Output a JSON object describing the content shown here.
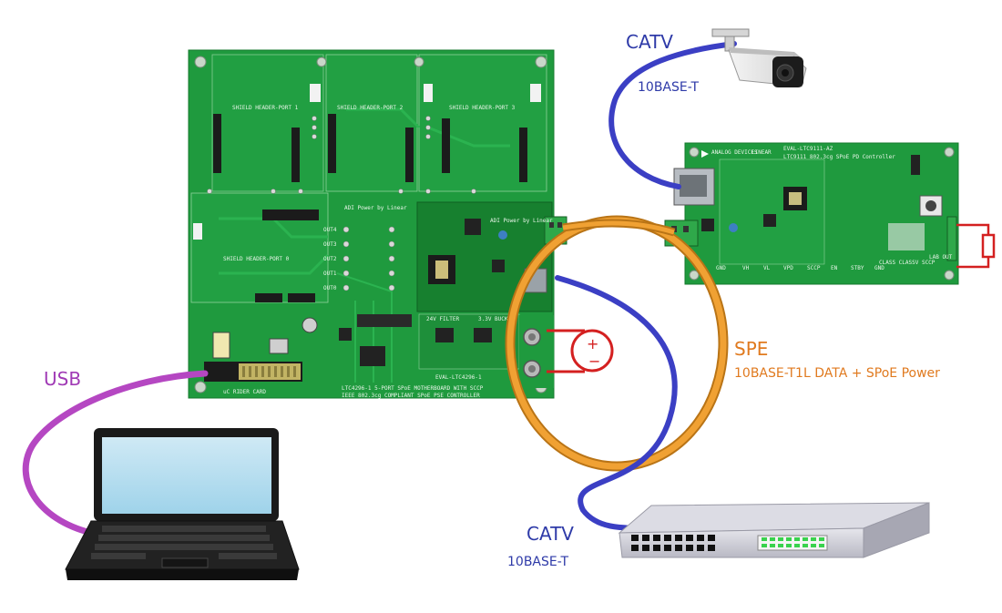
{
  "colors": {
    "catv": "#3b3fc4",
    "usb": "#b547c2",
    "spe": "#e8962a",
    "power": "#d42020",
    "pcb": "#1f9a3e",
    "pcb_dark": "#17802f",
    "text_blue": "#2e3aa8",
    "text_orange": "#e07a1f",
    "text_purple": "#a03ab5"
  },
  "labels": {
    "catv_top": "CATV",
    "base_t_top": "10BASE-T",
    "catv_bottom": "CATV",
    "base_t_bottom": "10BASE-T",
    "usb": "USB",
    "spe": "SPE",
    "spe_desc": "10BASE-T1L DATA + SPoE Power"
  },
  "motherboard": {
    "headers": [
      "SHIELD HEADER-PORT 1",
      "SHIELD HEADER-PORT 2",
      "SHIELD HEADER-PORT 3",
      "SHIELD HEADER-PORT 0"
    ],
    "rider": "uC RIDER CARD",
    "title_line1": "LTC4296-1 5-PORT SPoE MOTHERBOARD WITH SCCP",
    "title_line2": "IEEE 802.3cg COMPLIANT SPoE PSE CONTROLLER",
    "eval_name": "EVAL-LTC4296-1",
    "brand": "ADI Power by Linear",
    "outputs": [
      "OUT4",
      "OUT3",
      "OUT2",
      "OUT1",
      "OUT0"
    ],
    "buck": "3.3V BUCK",
    "filter": "24V FILTER"
  },
  "pd_board": {
    "name": "EVAL-LTC9111-AZ",
    "subtitle": "LTC9111 802.3cg SPoE PD Controller",
    "brand_left": "ANALOG DEVICES",
    "brand_right": "LINEAR",
    "bottom_labels": [
      "GND",
      "VH",
      "VL",
      "VPD",
      "SCCP",
      "EN",
      "STBY",
      "GND"
    ],
    "right_label": "LAB OUT",
    "class_label": "CLASS CLASSV SCCP"
  }
}
